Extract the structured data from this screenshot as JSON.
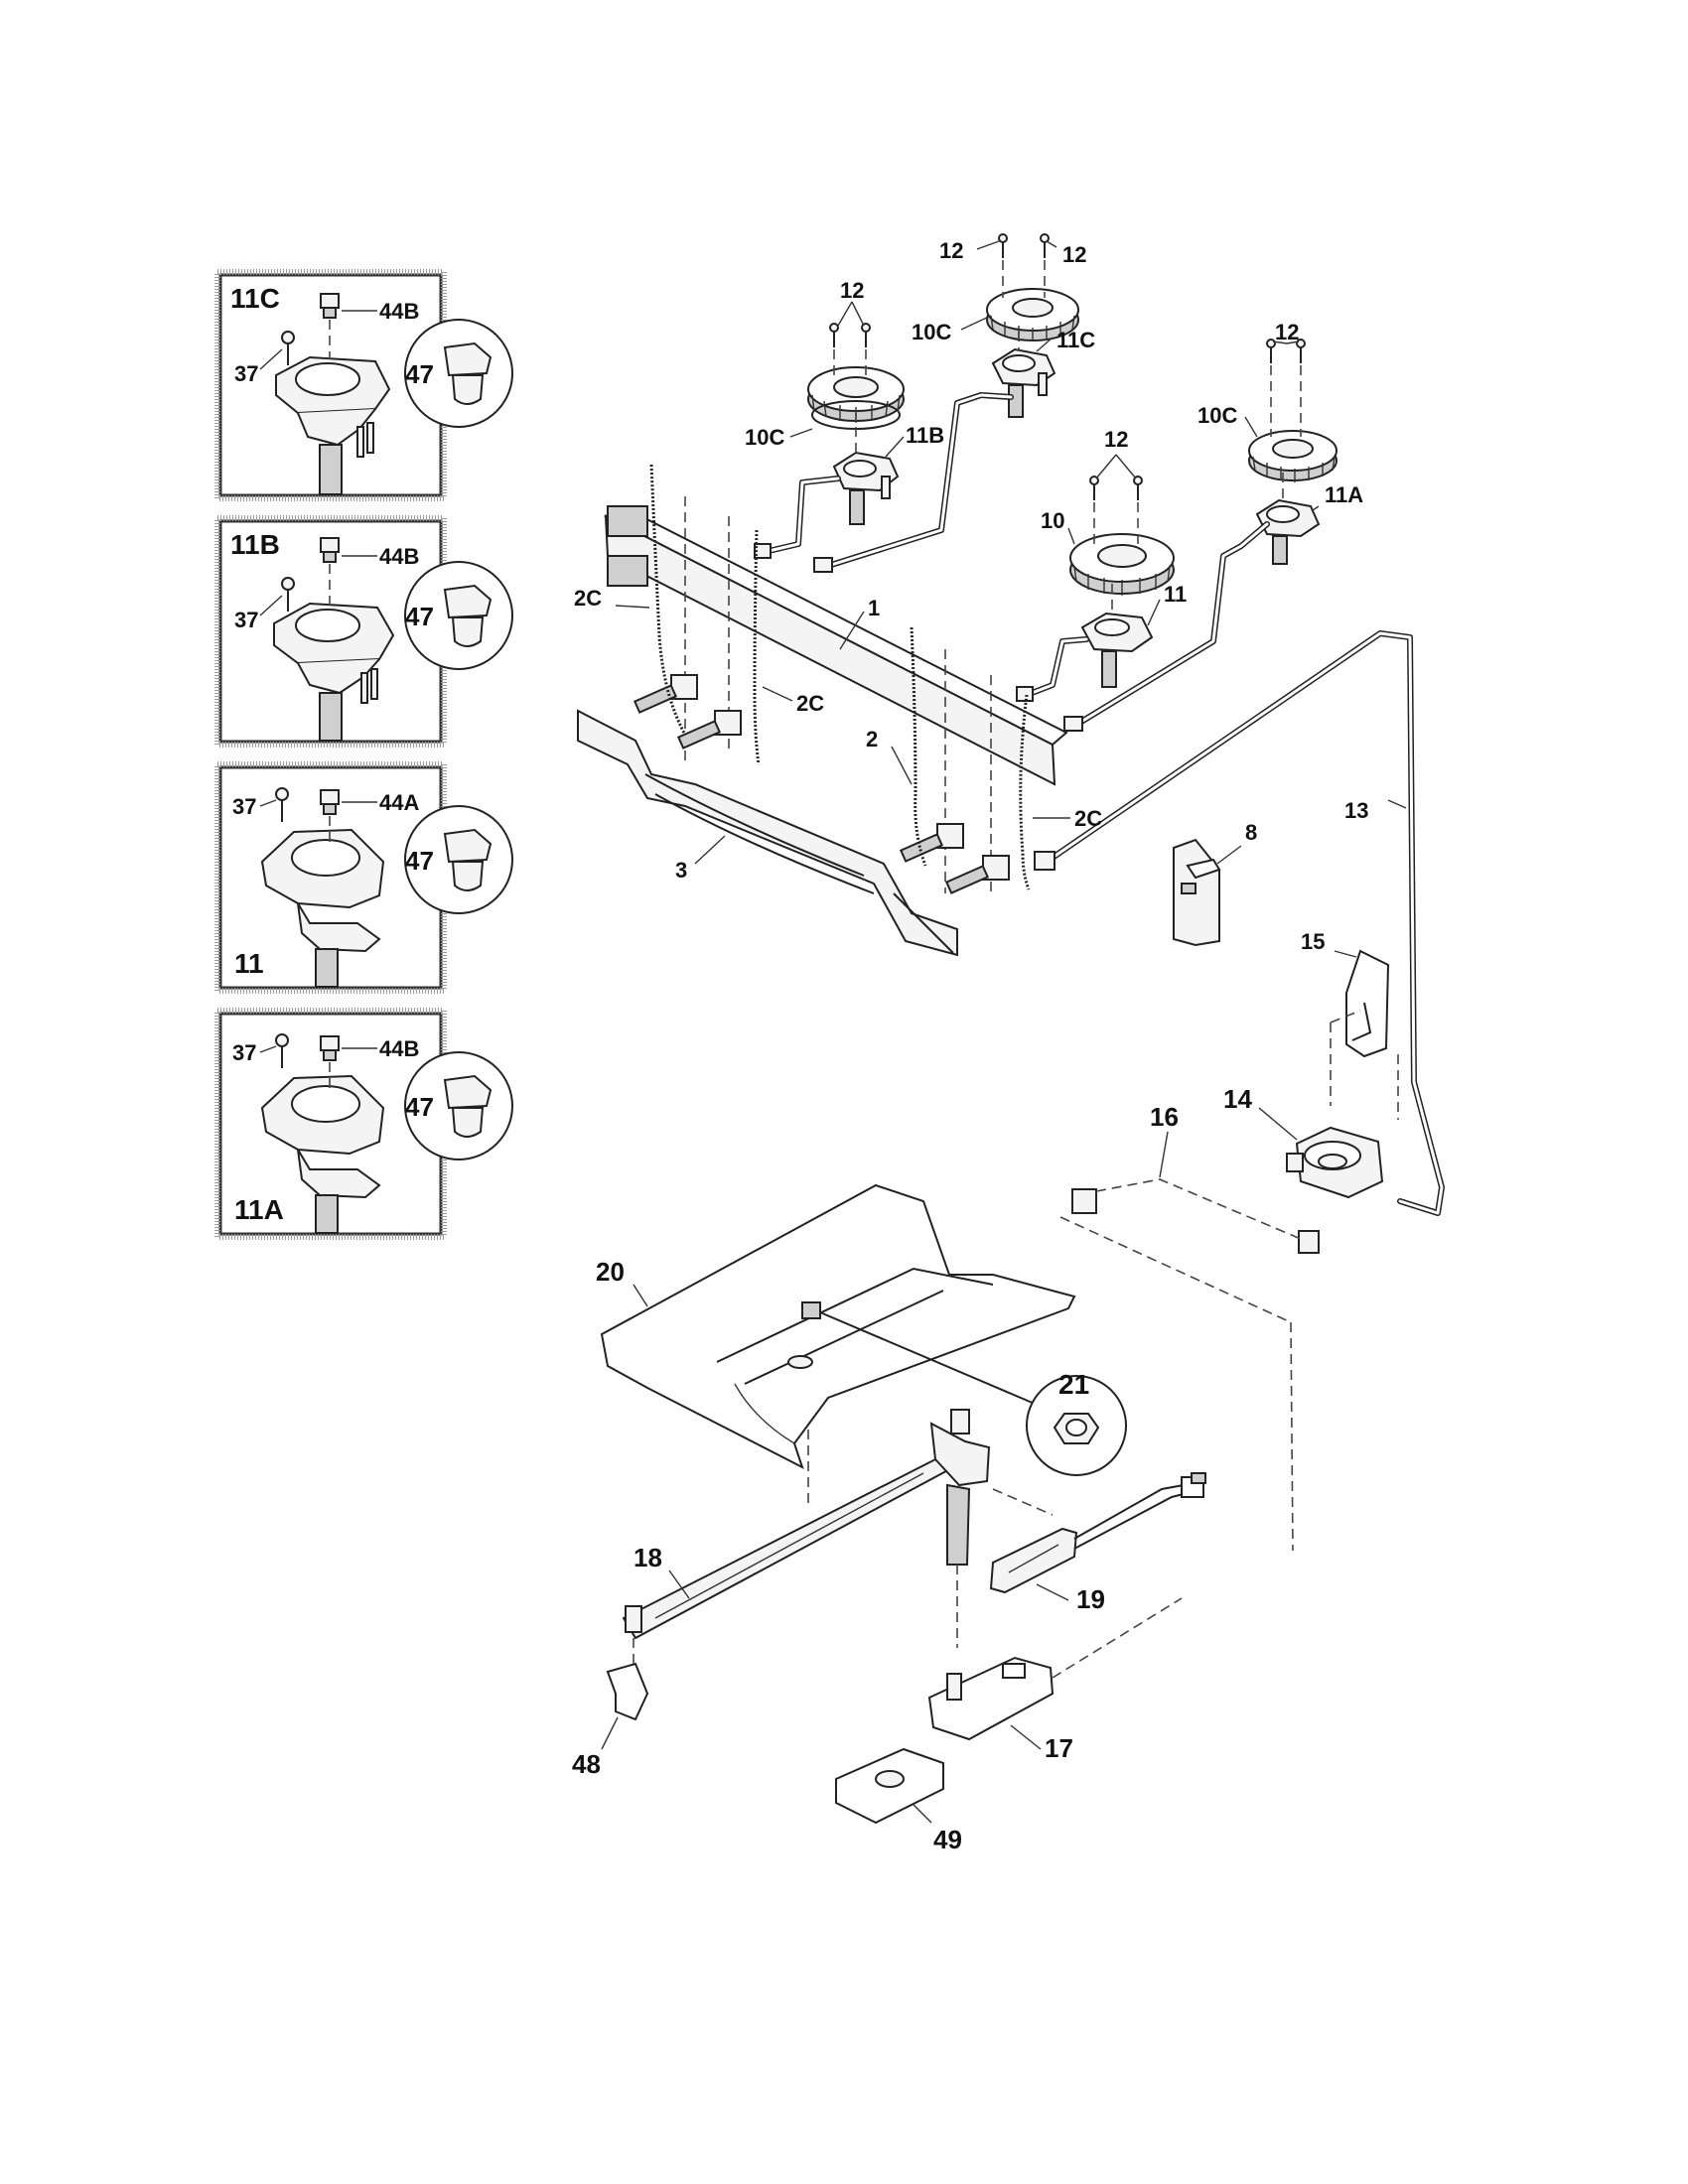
{
  "insets": [
    {
      "title": "11C",
      "labels": {
        "screw": "37",
        "orifice": "44B",
        "circle": "47"
      }
    },
    {
      "title": "11B",
      "labels": {
        "screw": "37",
        "orifice": "44B",
        "circle": "47"
      }
    },
    {
      "title": "11",
      "labels": {
        "screw": "37",
        "orifice": "44A",
        "circle": "47"
      }
    },
    {
      "title": "11A",
      "labels": {
        "screw": "37",
        "orifice": "44B",
        "circle": "47"
      }
    }
  ],
  "callouts": {
    "c1": "1",
    "c2": "2",
    "c2c_a": "2C",
    "c2c_b": "2C",
    "c2c_c": "2C",
    "c3": "3",
    "c8": "8",
    "c10": "10",
    "c10c_a": "10C",
    "c10c_b": "10C",
    "c10c_c": "10C",
    "c11": "11",
    "c11a": "11A",
    "c11b": "11B",
    "c11c": "11C",
    "c12_a": "12",
    "c12_b": "12",
    "c12_c": "12",
    "c12_d": "12",
    "c12_e": "12",
    "c13": "13",
    "c14": "14",
    "c15": "15",
    "c16": "16",
    "c17": "17",
    "c18": "18",
    "c19": "19",
    "c20": "20",
    "c21": "21",
    "c48": "48",
    "c49": "49"
  }
}
